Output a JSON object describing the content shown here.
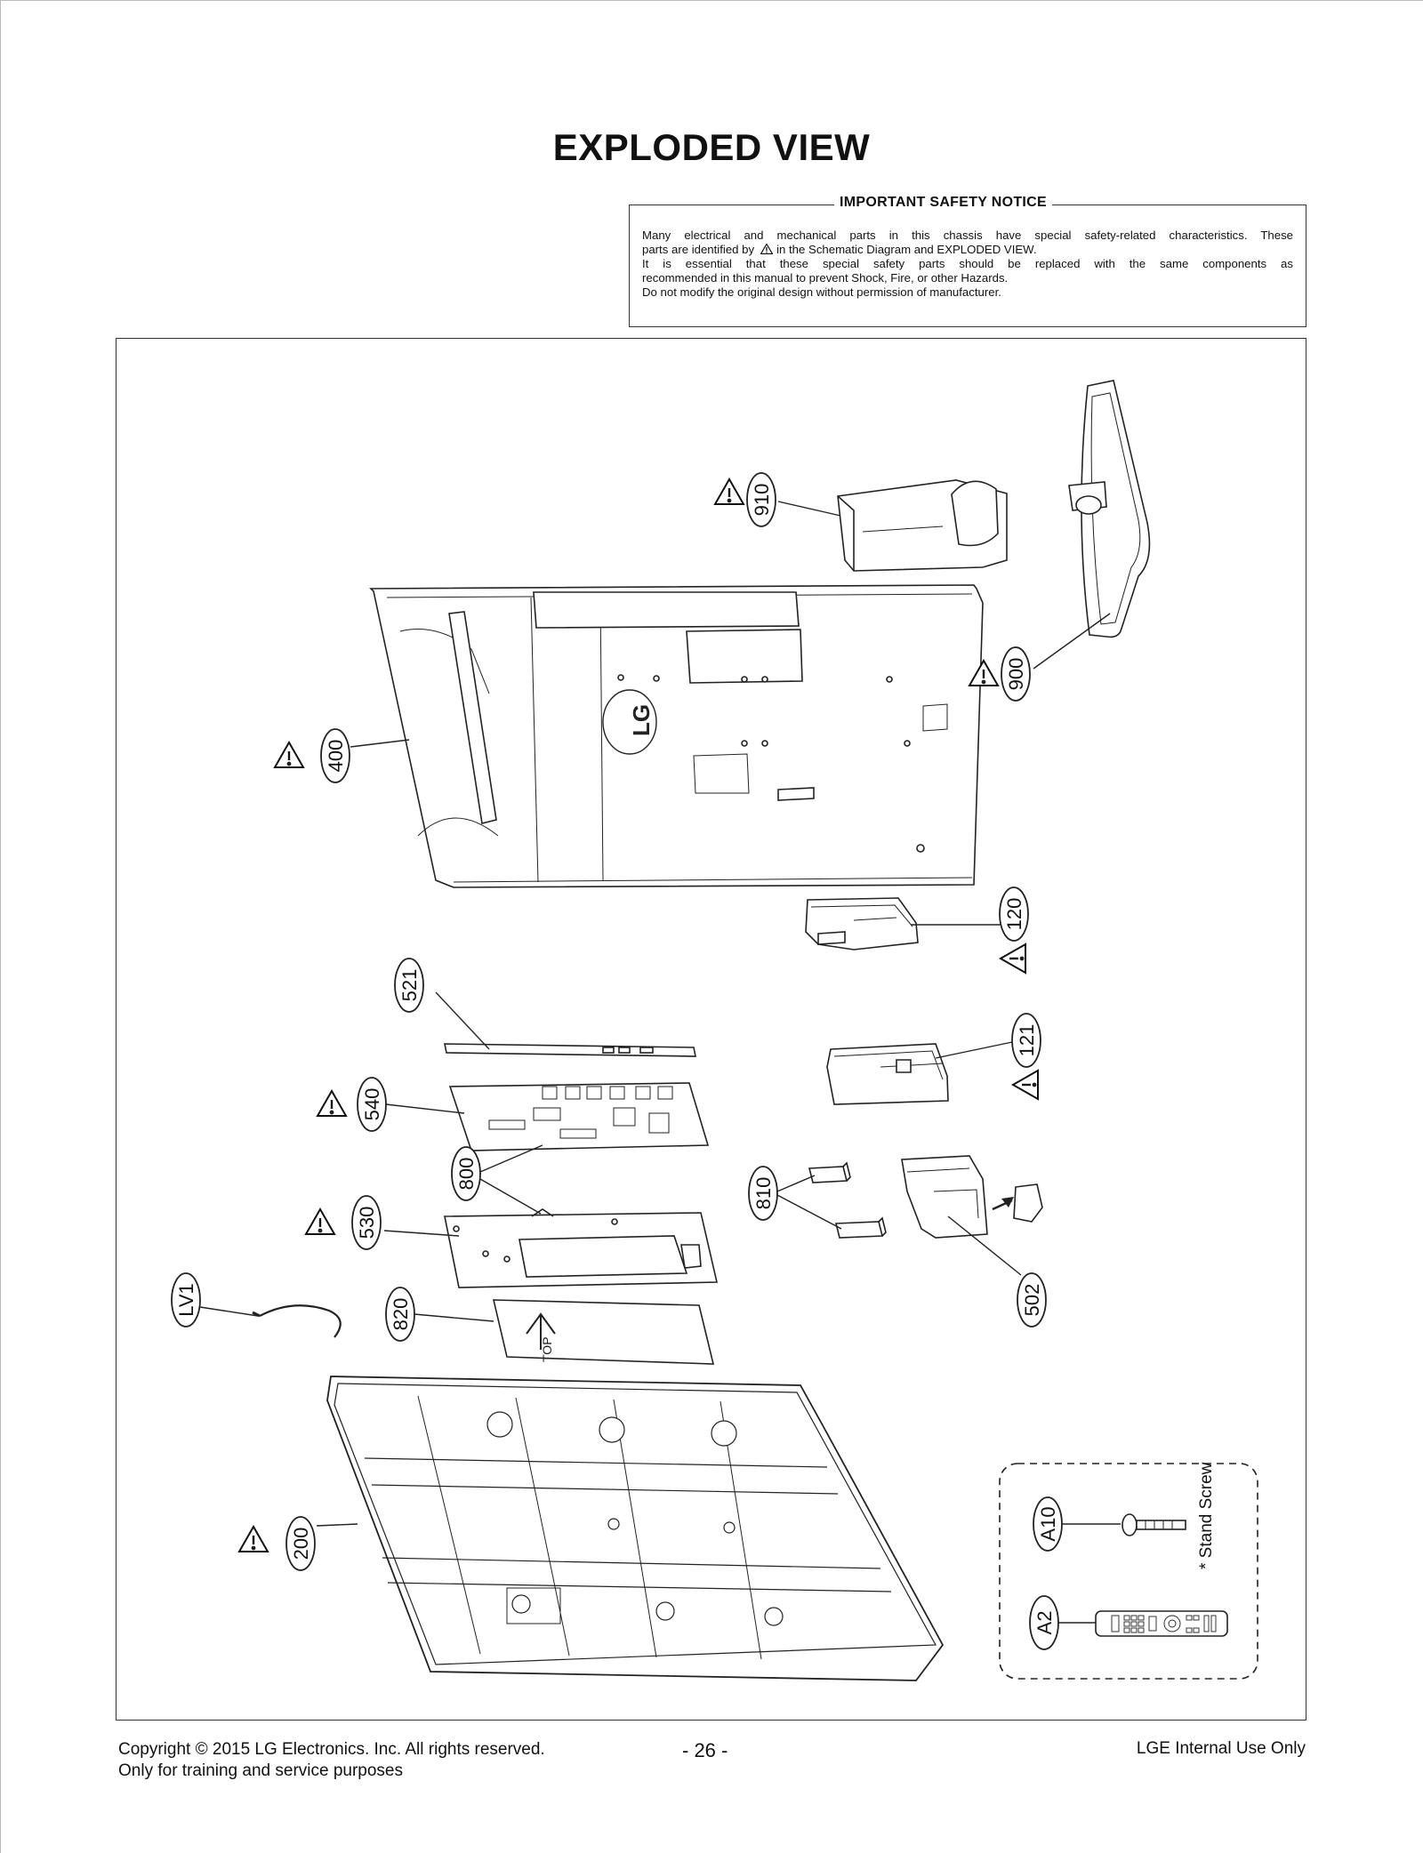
{
  "title": "EXPLODED VIEW",
  "notice": {
    "heading": "IMPORTANT SAFETY NOTICE",
    "line1": "Many electrical and mechanical parts in this chassis have special safety-related characteristics. These",
    "line2_pre": "parts are identified by",
    "line2_post": "in the Schematic Diagram and EXPLODED VIEW.",
    "line3": "It is essential that these special safety parts should be replaced with the same components as",
    "line4": "recommended in this manual to prevent Shock, Fire, or other Hazards.",
    "line5": "Do not modify the original design without permission of manufacturer."
  },
  "parts": {
    "p910": "910",
    "p900": "900",
    "p400": "400",
    "p120": "120",
    "p521": "521",
    "p121": "121",
    "p540": "540",
    "p800": "800",
    "p810": "810",
    "p530": "530",
    "p502": "502",
    "pLV1": "LV1",
    "p820": "820",
    "p200": "200",
    "pA10": "A10",
    "pA2": "A2"
  },
  "accessory_note": "* Stand Screw",
  "logo_text": "LG",
  "tape_text": "TOP",
  "footer": {
    "copyright": "Copyright  © 2015  LG Electronics. Inc. All rights reserved.",
    "purpose": "Only for training and service purposes",
    "page": "- 26 -",
    "internal": "LGE Internal Use Only"
  }
}
